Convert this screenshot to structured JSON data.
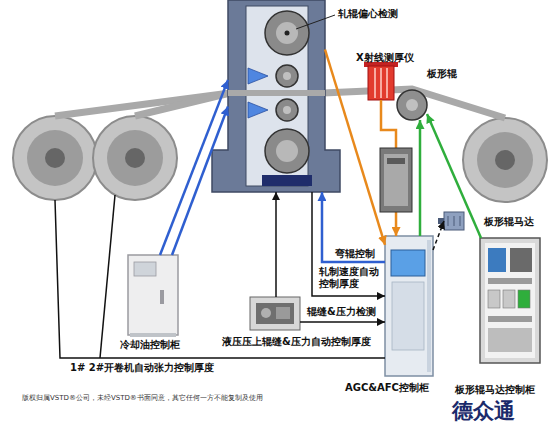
{
  "diagram": {
    "nodes": [
      {
        "text": [
          "轧辊偏心检测"
        ]
      },
      {
        "text": [
          "X射线测厚仪"
        ]
      },
      {
        "text": [
          "板形辊"
        ]
      },
      {
        "text": [
          "板形辊马达"
        ]
      },
      {
        "text": [
          "冷却油控制柜"
        ]
      },
      {
        "text": [
          "液压压上辊缝&压力自动控制厚度"
        ]
      },
      {
        "text": [
          "AGC&AFC控制柜"
        ]
      },
      {
        "text": [
          "板形辊马达控制柜"
        ]
      }
    ],
    "edges": [
      {
        "from": 4,
        "to": 0,
        "arrow": "to"
      },
      {
        "from": 4,
        "to": 0,
        "arrow": "to"
      },
      {
        "from": 1,
        "to": 6,
        "arrow": "to"
      },
      {
        "from": 0,
        "to": 6,
        "arrow": "to"
      },
      {
        "from": 6,
        "to": 0,
        "label": "弯辊控制",
        "arrow": "to"
      },
      {
        "from": 0,
        "to": 6,
        "label": "轧制速度自动控制厚度",
        "arrow": "to"
      },
      {
        "from": 5,
        "to": 6,
        "label": "辊缝&压力检测",
        "arrow": "to"
      },
      {
        "from": 5,
        "to": 0,
        "arrow": "to"
      },
      {
        "from": 6,
        "to": 2,
        "arrow": "to"
      },
      {
        "from": 7,
        "to": 2,
        "arrow": "to"
      },
      {
        "from": 6,
        "to": 3,
        "arrow": "to"
      }
    ],
    "labels": [
      "1# 2#开卷机自动张力控制厚度",
      "版权归属VSTD®公司，未经VSTD®书面同意，其它任何一方不能复制及使用",
      "德众通"
    ]
  }
}
